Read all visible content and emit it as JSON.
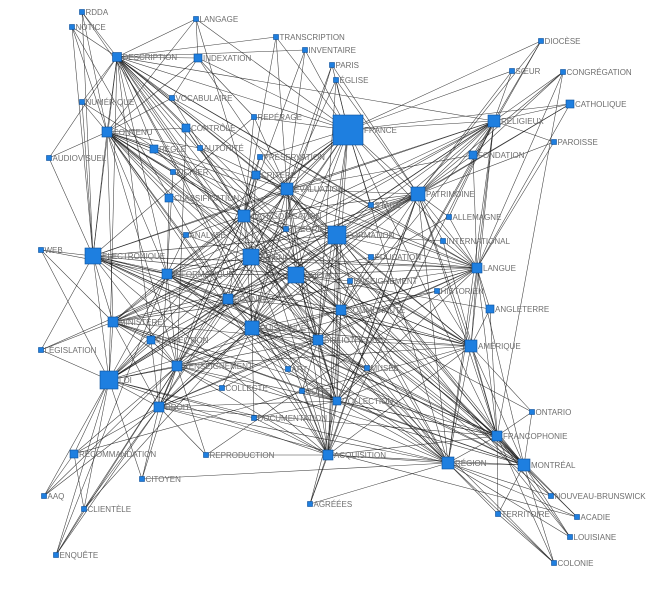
{
  "nodes": [
    {
      "id": "RDDA",
      "label": "RDDA"
    },
    {
      "id": "NOTICE",
      "label": "NOTICE"
    },
    {
      "id": "LANGAGE",
      "label": "LANGAGE"
    },
    {
      "id": "TRANSCRIPTION",
      "label": "TRANSCRIPTION"
    },
    {
      "id": "INVENTAIRE",
      "label": "INVENTAIRE"
    },
    {
      "id": "PARIS",
      "label": "PARIS"
    },
    {
      "id": "EGLISE",
      "label": "ÉGLISE"
    },
    {
      "id": "DIOCESE",
      "label": "DIOCÈSE"
    },
    {
      "id": "SOEUR",
      "label": "SŒUR"
    },
    {
      "id": "CONGREGATION",
      "label": "CONGRÉGATION"
    },
    {
      "id": "CATHOLIQUE",
      "label": "CATHOLIQUE"
    },
    {
      "id": "DESCRIPTION",
      "label": "DESCRIPTION"
    },
    {
      "id": "INDEXATION",
      "label": "INDEXATION"
    },
    {
      "id": "NUMERIQUE",
      "label": "NUMÉRIQUE"
    },
    {
      "id": "VOCABULAIRE",
      "label": "VOCABULAIRE"
    },
    {
      "id": "REPERAGE",
      "label": "REPÉRAGE"
    },
    {
      "id": "FRANCE",
      "label": "FRANCE"
    },
    {
      "id": "RELIGIEUX",
      "label": "RELIGIEUX"
    },
    {
      "id": "CONTENU",
      "label": "CONTENU"
    },
    {
      "id": "CONTROLE",
      "label": "CONTRÔLE"
    },
    {
      "id": "PAROISSE",
      "label": "PAROISSE"
    },
    {
      "id": "AUDIOVISUEL",
      "label": "AUDIOVISUEL"
    },
    {
      "id": "REGLE",
      "label": "RÈGLE"
    },
    {
      "id": "AUTORITE",
      "label": "AUTORITÉ"
    },
    {
      "id": "PRESERVATION",
      "label": "PRÉSERVATION"
    },
    {
      "id": "FONDATION",
      "label": "FONDATION"
    },
    {
      "id": "FICHIER",
      "label": "FICHIER"
    },
    {
      "id": "CRITERE",
      "label": "CRITÈRE"
    },
    {
      "id": "EVALUATION",
      "label": "ÉVALUATION"
    },
    {
      "id": "PATRIMOINE",
      "label": "PATRIMOINE"
    },
    {
      "id": "CLASSIFICATION",
      "label": "CLASSIFICATION"
    },
    {
      "id": "STAGE",
      "label": "STAGE"
    },
    {
      "id": "ALLEMAGNE",
      "label": "ALLEMAGNE"
    },
    {
      "id": "CATEGORISATION",
      "label": "CATÉGORISATION"
    },
    {
      "id": "THEORIE",
      "label": "THÉORIE"
    },
    {
      "id": "FORMATION",
      "label": "FORMATION"
    },
    {
      "id": "INTERNATIONAL",
      "label": "INTERNATIONAL"
    },
    {
      "id": "WEB",
      "label": "WEB"
    },
    {
      "id": "ELECTRONIQUE",
      "label": "ÉLECTRONIQUE"
    },
    {
      "id": "ANALYSE",
      "label": "ANALYSE"
    },
    {
      "id": "SCIENCE",
      "label": "SCIENCE"
    },
    {
      "id": "EDUCATION",
      "label": "ÉDUCATION"
    },
    {
      "id": "LANGUE",
      "label": "LANGUE"
    },
    {
      "id": "INFORMATIQUE",
      "label": "INFORMATIQUE"
    },
    {
      "id": "SOCIAL",
      "label": "SOCIAL"
    },
    {
      "id": "ENSEIGNEMENT",
      "label": "ENSEIGNEMENT"
    },
    {
      "id": "HISTORIEN",
      "label": "HISTORIEN"
    },
    {
      "id": "DONNEES",
      "label": "DONNÉES"
    },
    {
      "id": "COMMUNAUTE",
      "label": "COMMUNAUTÉ"
    },
    {
      "id": "ANGLETERRE",
      "label": "ANGLETERRE"
    },
    {
      "id": "MINISTERE",
      "label": "MINISTÈRE"
    },
    {
      "id": "PUISSANCE",
      "label": "PUISSANCE"
    },
    {
      "id": "BIBLIOTHEQUE",
      "label": "BIBLIOTHÈQUE"
    },
    {
      "id": "AMERIQUE",
      "label": "AMÉRIQUE"
    },
    {
      "id": "LEGISLATION",
      "label": "LÉGISLATION"
    },
    {
      "id": "PROTECTION",
      "label": "PROTECTION"
    },
    {
      "id": "RENSEIGNEMENT",
      "label": "RENSEIGNEMENT"
    },
    {
      "id": "LOI",
      "label": "LOI"
    },
    {
      "id": "ART",
      "label": "ART"
    },
    {
      "id": "MUSEE",
      "label": "MUSÉE"
    },
    {
      "id": "COLLECTE",
      "label": "COLLECTE"
    },
    {
      "id": "COPIE",
      "label": "COPIE"
    },
    {
      "id": "COLLECTION",
      "label": "COLLECTION"
    },
    {
      "id": "DROIT",
      "label": "DROIT"
    },
    {
      "id": "DOCUMENTATION",
      "label": "DOCUMENTATION"
    },
    {
      "id": "ONTARIO",
      "label": "ONTARIO"
    },
    {
      "id": "FRANCOPHONIE",
      "label": "FRANCOPHONIE"
    },
    {
      "id": "RECOMMANDATION",
      "label": "RECOMMANDATION"
    },
    {
      "id": "REPRODUCTION",
      "label": "REPRODUCTION"
    },
    {
      "id": "ACQUISITION",
      "label": "ACQUISITION"
    },
    {
      "id": "REGION",
      "label": "RÉGION"
    },
    {
      "id": "MONTREAL",
      "label": "MONTRÉAL"
    },
    {
      "id": "CITOYEN",
      "label": "CITOYEN"
    },
    {
      "id": "AAQ",
      "label": "AAQ"
    },
    {
      "id": "AGREEES",
      "label": "AGRÉÉES"
    },
    {
      "id": "NOUVEAU_BRUNSWICK",
      "label": "NOUVEAU-BRUNSWICK"
    },
    {
      "id": "CLIENTELE",
      "label": "CLIENTÈLE"
    },
    {
      "id": "TERRITOIRE",
      "label": "TERRITOIRE"
    },
    {
      "id": "ACADIE",
      "label": "ACADIE"
    },
    {
      "id": "LOUISIANE",
      "label": "LOUISIANE"
    },
    {
      "id": "ENQUETE",
      "label": "ENQUÊTE"
    },
    {
      "id": "COLONIE",
      "label": "COLONIE"
    }
  ]
}
